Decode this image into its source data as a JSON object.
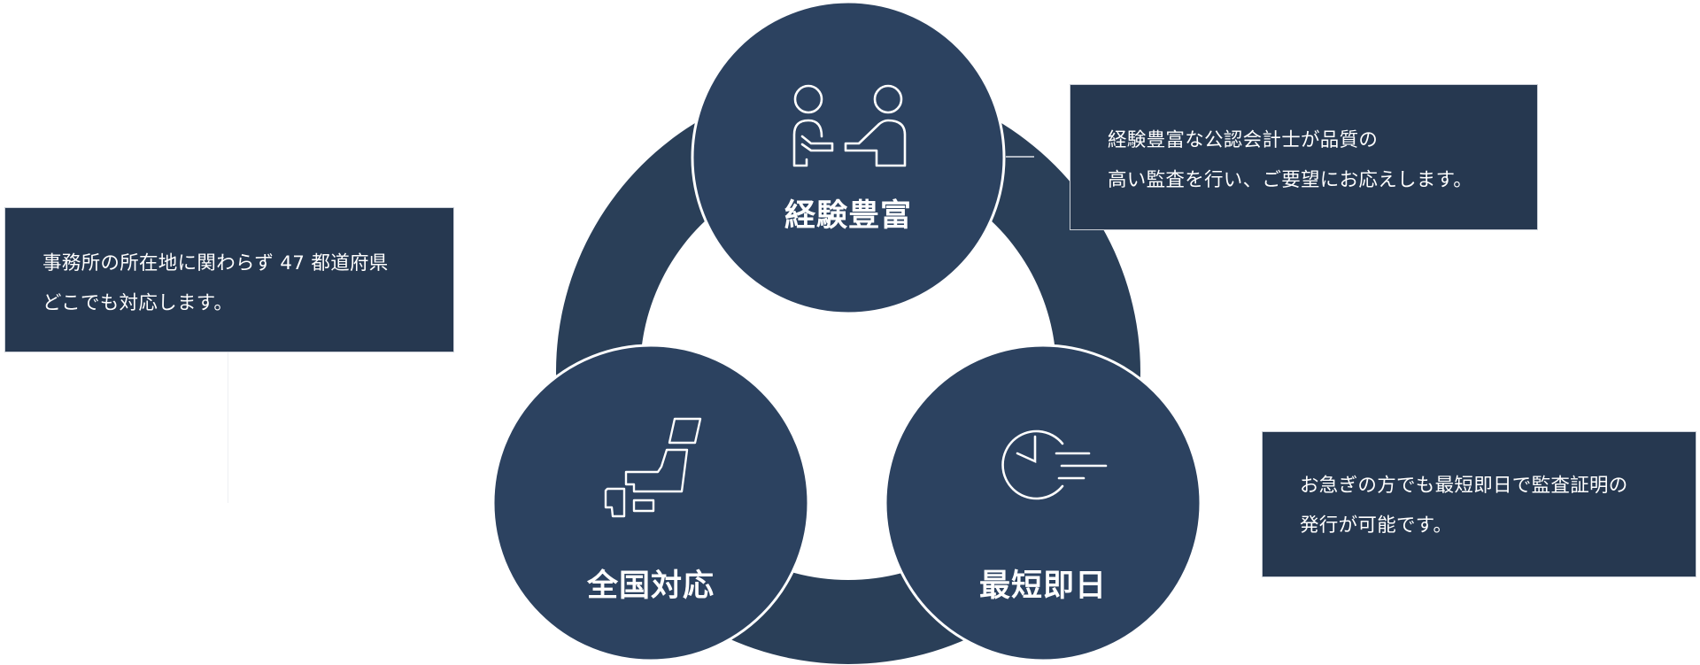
{
  "colors": {
    "ring": "#2a3f58",
    "circle_fill": "#2c4260",
    "circle_outline": "#ffffff",
    "box_bg": "#263850",
    "text": "#ffffff"
  },
  "features": [
    {
      "id": "experience",
      "title": "経験豊富",
      "icon": "handshake-people-icon",
      "description_lines": [
        "経験豊富な公認会計士が品質の",
        "高い監査を行い、ご要望にお応えします。"
      ]
    },
    {
      "id": "nationwide",
      "title": "全国対応",
      "icon": "japan-map-icon",
      "description_lines": [
        "事務所の所在地に関わらず 47 都道府県",
        "どこでも対応します。"
      ]
    },
    {
      "id": "fastest",
      "title": "最短即日",
      "icon": "fast-clock-icon",
      "description_lines": [
        "お急ぎの方でも最短即日で監査証明の",
        "発行が可能です。"
      ]
    }
  ]
}
